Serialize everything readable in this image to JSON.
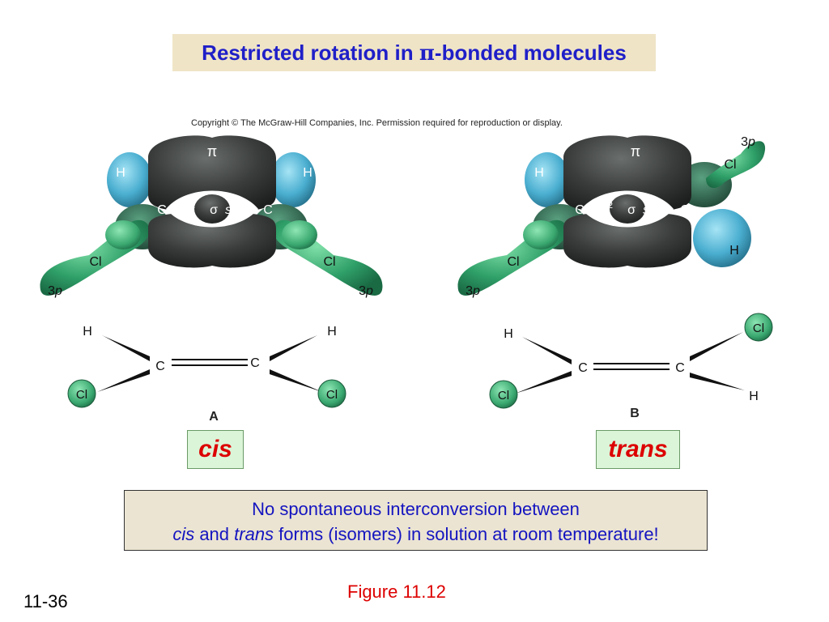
{
  "title": {
    "before": "Restricted rotation in ",
    "pi": "π",
    "after": "-bonded molecules"
  },
  "copyright": "Copyright © The McGraw-Hill Companies, Inc. Permission required for reproduction or display.",
  "orbital": {
    "pi": "π",
    "sp": "sp",
    "two": "2",
    "sigma": "σ",
    "C": "C",
    "H": "H",
    "Cl": "Cl",
    "three": "3",
    "p": "p"
  },
  "panel_a": {
    "letter": "A",
    "isomer": "cis"
  },
  "panel_b": {
    "letter": "B",
    "isomer": "trans"
  },
  "note": {
    "line1": "No spontaneous interconversion between",
    "cis": "cis",
    "and": " and ",
    "trans": "trans",
    "rest": " forms (isomers) in solution at room temperature!"
  },
  "figure_caption": "Figure 11.12",
  "slide_number": "11-36",
  "colors": {
    "title_blue": "#1f1fc8",
    "isomer_red": "#dd0000",
    "chlorine_green": "#2f9f68",
    "hydrogen_blue": "#4aaed0",
    "pi_dark": "#3a3d3c"
  }
}
